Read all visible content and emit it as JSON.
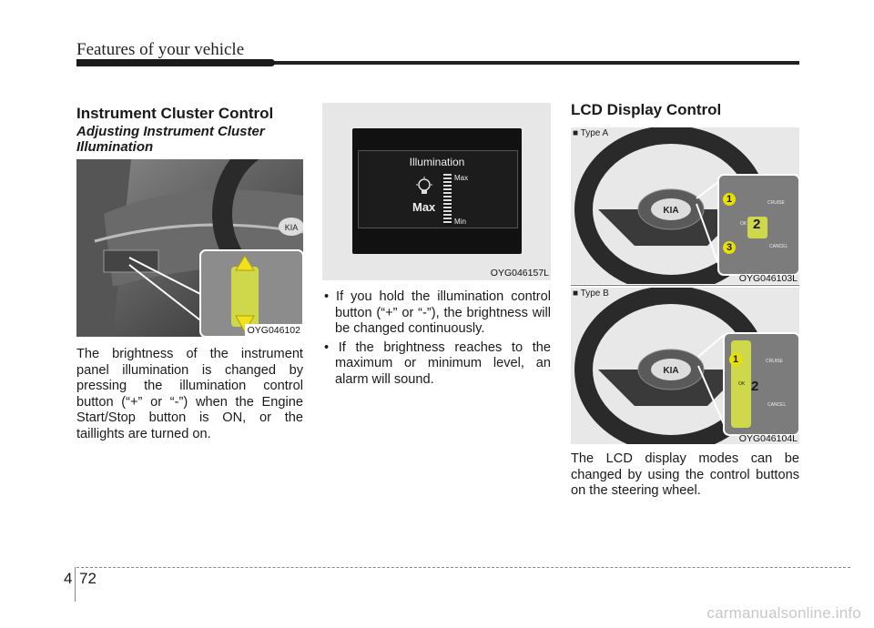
{
  "header": {
    "title": "Features of your vehicle"
  },
  "col1": {
    "heading": "Instrument Cluster Control",
    "subheading": "Adjusting Instrument Cluster Illumination",
    "image_code": "OYG046102",
    "paragraph": "The brightness of the instrument panel illumination is changed by pressing the illumination control button (“+” or “-”) when the Engine Start/Stop button is ON, or the taillights are turned on."
  },
  "col2": {
    "display_title": "Illumination",
    "display_level": "Max",
    "scale_max": "Max",
    "scale_min": "Min",
    "image_code": "OYG046157L",
    "bullets": [
      "If you hold the illumination control button (“+” or “-”), the brightness will be changed continuously.",
      "If the brightness reaches to the maximum or minimum level, an alarm will sound."
    ]
  },
  "col3": {
    "heading": "LCD Display Control",
    "typeA": {
      "label": "Type A",
      "image_code": "OYG046103L",
      "buttons": [
        "CRUISE",
        "CANCEL"
      ],
      "callouts": [
        "1",
        "2",
        "3"
      ],
      "ok": "OK"
    },
    "typeB": {
      "label": "Type B",
      "image_code": "OYG046104L",
      "buttons": [
        "CRUISE",
        "CANCEL"
      ],
      "callouts": [
        "1",
        "2"
      ],
      "ok": "OK"
    },
    "paragraph": "The LCD display modes can be changed by using the control buttons on the steering wheel."
  },
  "footer": {
    "section": "4",
    "page": "72",
    "watermark": "carmanualsonline.info"
  }
}
